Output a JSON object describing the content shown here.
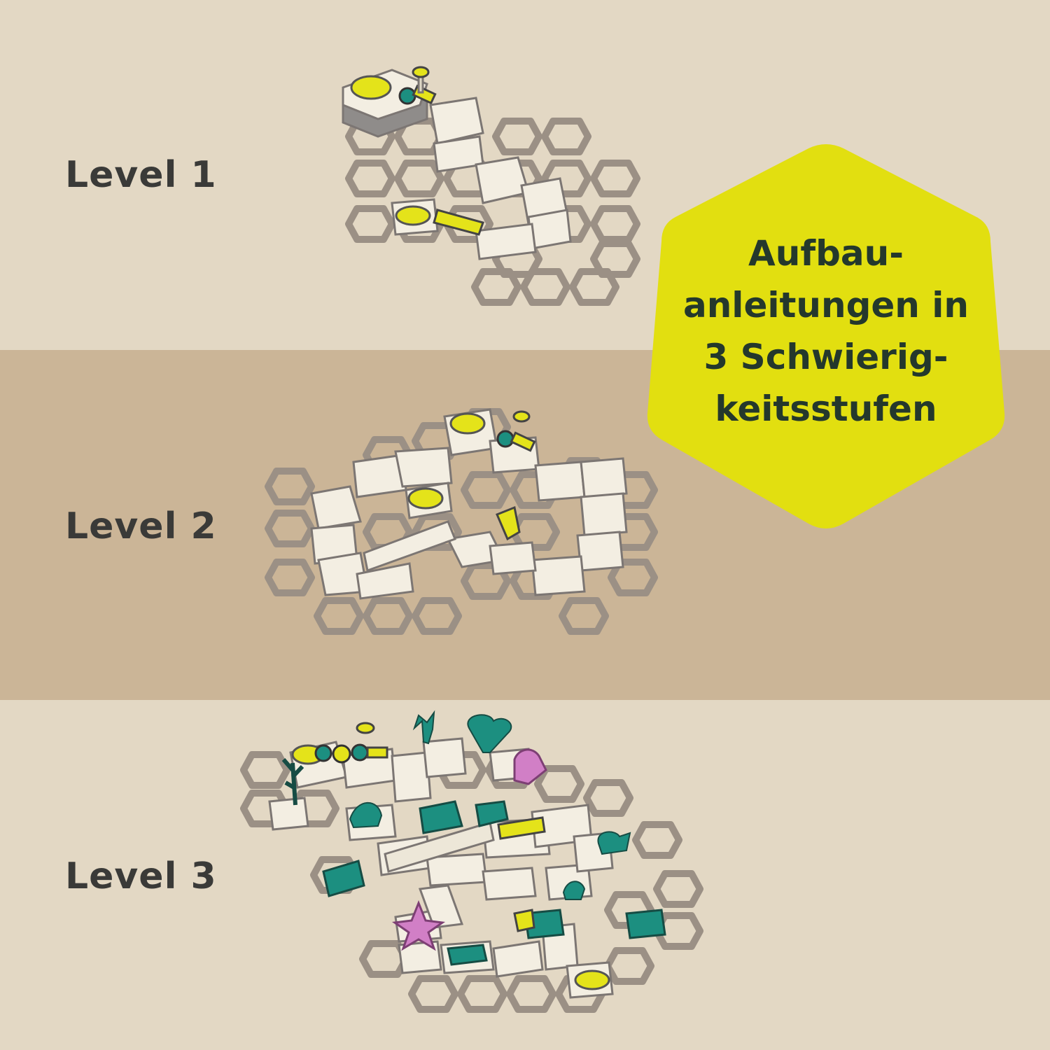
{
  "levels": [
    {
      "label": "Level 1"
    },
    {
      "label": "Level 2"
    },
    {
      "label": "Level 3"
    }
  ],
  "badge": {
    "lines": [
      "Aufbau-",
      "anleitungen in",
      "3 Schwierig-",
      "keitsstufen"
    ]
  },
  "colors": {
    "background_light": "#e3d8c4",
    "background_dark": "#cbb597",
    "badge": "#e2df10",
    "grid": "#9b9085",
    "tile": "#f3eee2",
    "tile_side": "#8f8c8a",
    "accent_yellow": "#e4e31a",
    "accent_teal": "#1c8f80",
    "accent_pink": "#d17fc6"
  },
  "icons": [
    "hex-grid-icon",
    "marble-track-icon",
    "plant-icon",
    "bird-icon",
    "starfish-icon"
  ]
}
